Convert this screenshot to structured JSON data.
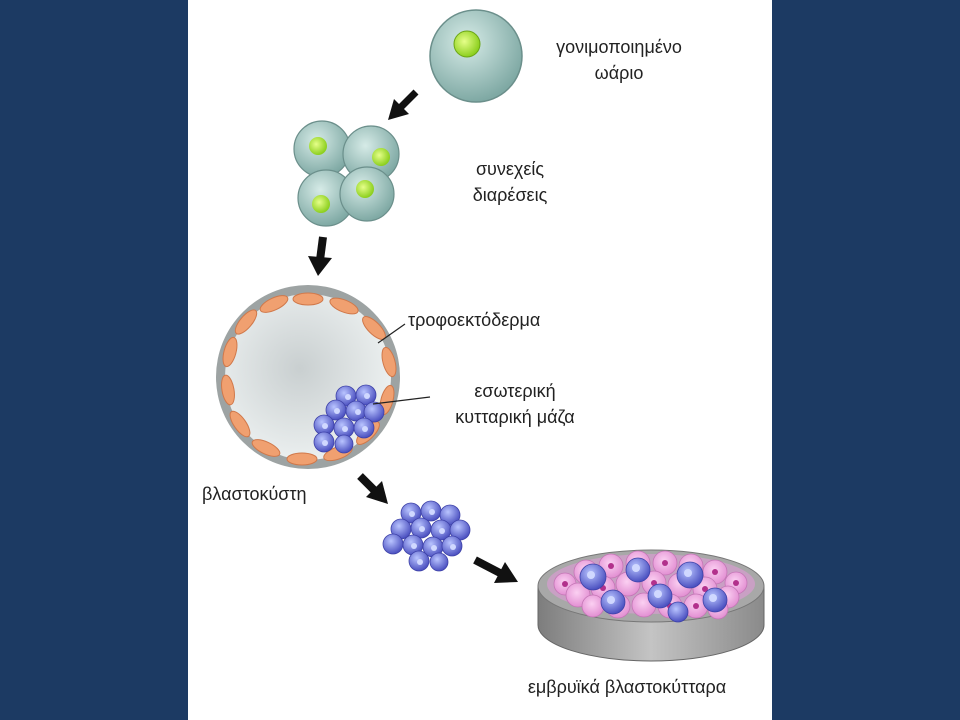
{
  "labels": {
    "fertilized_egg": [
      "γονιμοποιημένο",
      "ωάριο"
    ],
    "divisions": [
      "συνεχείς",
      "διαρέσεις"
    ],
    "trophectoderm": "τροφοεκτόδερμα",
    "inner_cell_mass": [
      "εσωτερική",
      "κυτταρική μάζα"
    ],
    "blastocyst": "βλαστοκύστη",
    "embryonic_stem_cells": "εμβρυϊκά βλαστοκύτταρα"
  },
  "colors": {
    "background": "#1c3a63",
    "cell_fill": "#9fc4c0",
    "nucleus": "#a6e22e",
    "trophectoderm_cells": "#f0a070",
    "icm_cells": "#6f74d8",
    "dish_cells": "#f0a0e0"
  }
}
